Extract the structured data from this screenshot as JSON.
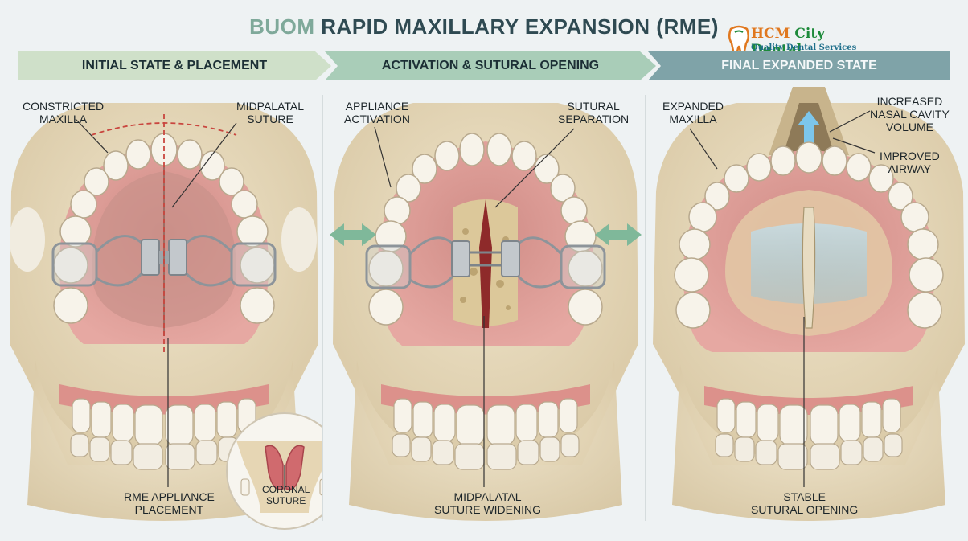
{
  "title": {
    "prefix": "BUOM",
    "main": "RAPID MAXILLARY EXPANSION (RME)"
  },
  "logo": {
    "brand_a": "HCM",
    "brand_b": " City Dental",
    "tagline": "Quality Dental Services"
  },
  "stages": [
    {
      "label": "INITIAL STATE & PLACEMENT"
    },
    {
      "label": "ACTIVATION & SUTURAL OPENING"
    },
    {
      "label": "FINAL EXPANDED STATE"
    }
  ],
  "panel1": {
    "constricted_1": "CONSTRICTED",
    "constricted_2": "MAXILLA",
    "midpalatal_1": "MIDPALATAL",
    "midpalatal_2": "SUTURE",
    "rme_1": "RME APPLIANCE",
    "rme_2": "PLACEMENT",
    "coronal_1": "CORONAL",
    "coronal_2": "SUTURE"
  },
  "panel2": {
    "appliance_1": "APPLIANCE",
    "appliance_2": "ACTIVATION",
    "sutural_1": "SUTURAL",
    "sutural_2": "SEPARATION",
    "widening_1": "MIDPALATAL",
    "widening_2": "SUTURE WIDENING"
  },
  "panel3": {
    "expanded_1": "EXPANDED",
    "expanded_2": "MAXILLA",
    "nasal_1": "INCREASED",
    "nasal_2": "NASAL CAVITY",
    "nasal_3": "VOLUME",
    "airway_1": "IMPROVED",
    "airway_2": "AIRWAY",
    "stable_1": "STABLE",
    "stable_2": "SUTURAL OPENING"
  },
  "colors": {
    "bone": "#e6d9bd",
    "gum": "#d98a86",
    "tooth": "#f6f2e8",
    "metal": "#b7bcc1",
    "arrow_green": "#7fb89a",
    "arrow_blue": "#7cc6ec"
  }
}
